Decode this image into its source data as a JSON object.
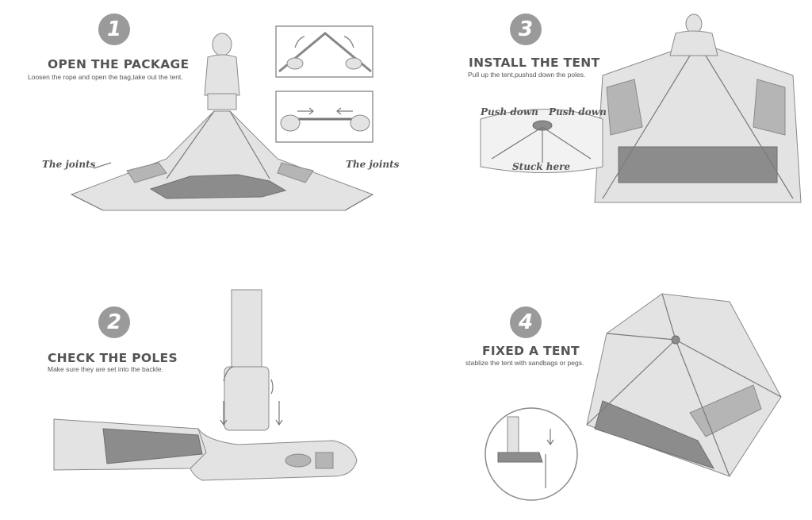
{
  "steps": [
    {
      "number": "1",
      "title": "OPEN THE PACKAGE",
      "subtitle": "Loosen the rope and open the bag,take out the tent.",
      "notes": [
        "The joints",
        "The joints"
      ]
    },
    {
      "number": "2",
      "title": "CHECK THE POLES",
      "subtitle": "Make sure they are set into the backle."
    },
    {
      "number": "3",
      "title": "INSTALL THE TENT",
      "subtitle": "Pull up the tent,pushsd down the poles.",
      "notes": [
        "Push down",
        "Push down",
        "Stuck here"
      ]
    },
    {
      "number": "4",
      "title": "FIXED A TENT",
      "subtitle": "stablize the tent with sandbags or pegs."
    }
  ]
}
